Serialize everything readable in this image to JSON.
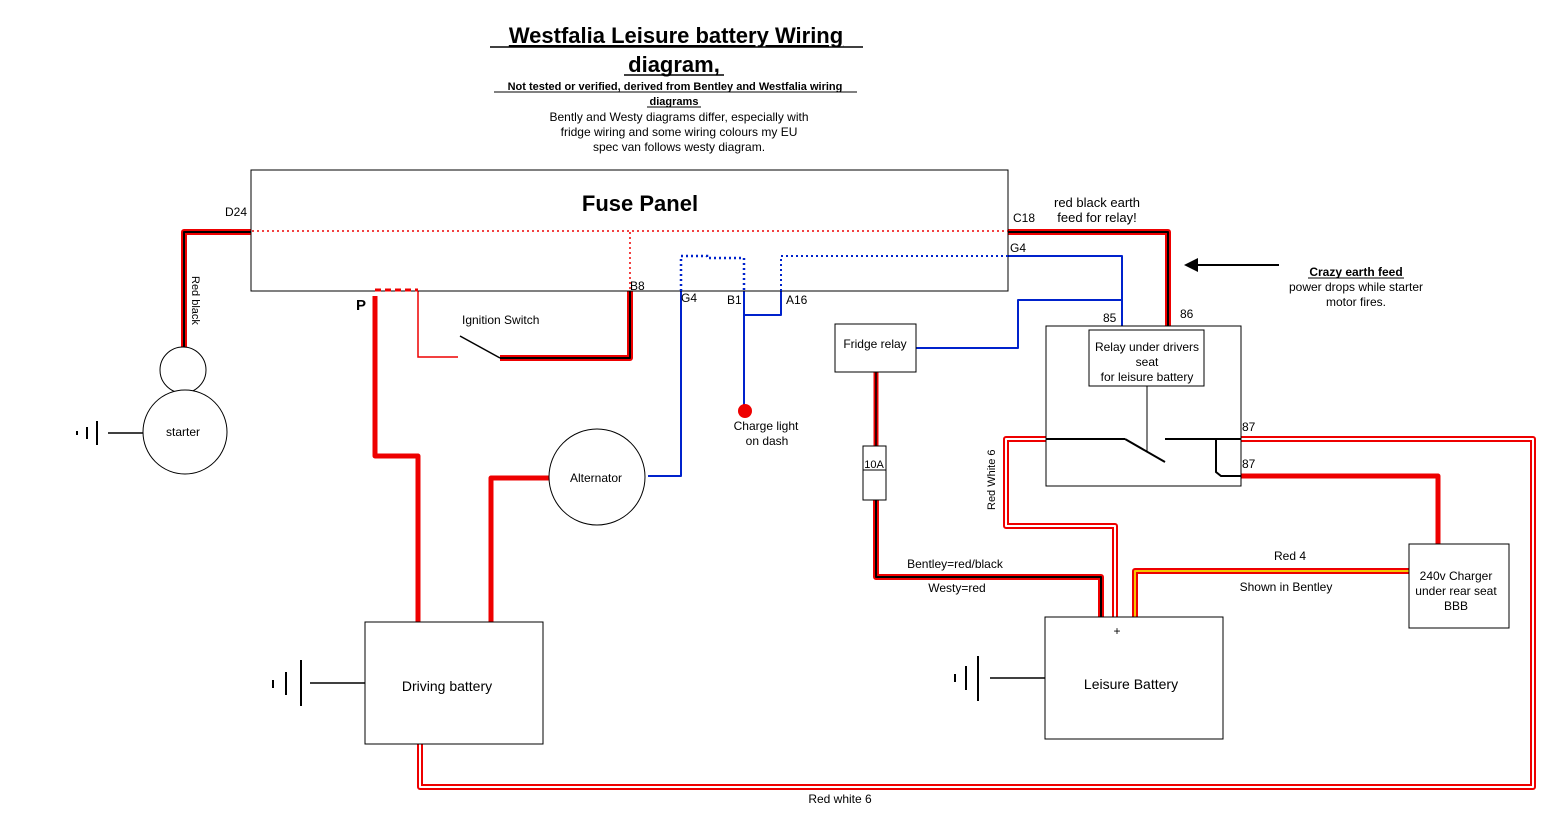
{
  "header": {
    "title_line1": "Westfalia Leisure battery Wiring",
    "title_line2": "diagram,",
    "subtitle_line1": "Not tested or verified, derived from Bentley and Westfalia wiring",
    "subtitle_line2": "diagrams",
    "note_line1": "Bently and Westy diagrams differ, especially with",
    "note_line2": "fridge wiring and some wiring colours my EU",
    "note_line3": "spec van follows westy diagram."
  },
  "fuse_panel": {
    "label": "Fuse Panel",
    "terminals": {
      "d24": "D24",
      "c18": "C18",
      "g4_right": "G4",
      "b8": "B8",
      "g4_bottom": "G4",
      "b1": "B1",
      "a16": "A16",
      "p": "P"
    }
  },
  "components": {
    "starter": "starter",
    "alternator": "Alternator",
    "ignition_switch": "Ignition Switch",
    "charge_light_line1": "Charge light",
    "charge_light_line2": "on dash",
    "fridge_relay": "Fridge relay",
    "fuse_10a": "10A",
    "relay_line1": "Relay under drivers",
    "relay_line2": "seat",
    "relay_line3": "for leisure battery",
    "relay_pin_85": "85",
    "relay_pin_86": "86",
    "relay_pin_87a": "87",
    "relay_pin_87b": "87",
    "driving_battery": "Driving battery",
    "leisure_battery": "Leisure Battery",
    "leisure_plus": "+",
    "charger_line1": "240v Charger",
    "charger_line2": "under rear seat",
    "charger_line3": "BBB"
  },
  "wire_labels": {
    "red_black": "Red black",
    "earth_feed_line1": "red black earth",
    "earth_feed_line2": "feed for relay!",
    "crazy_title": "Crazy earth feed",
    "crazy_line1": "power drops while starter",
    "crazy_line2": "motor fires.",
    "red_white_6_vertical": "Red White 6",
    "red_white_6_bottom": "Red white 6",
    "bentley_red_black": "Bentley=red/black",
    "westy_red": "Westy=red",
    "red_4": "Red 4",
    "shown_in_bentley": "Shown in Bentley"
  },
  "colors": {
    "red": "#ee0000",
    "blue": "#0022cc",
    "black": "#000000",
    "yellow": "#f5c400"
  }
}
